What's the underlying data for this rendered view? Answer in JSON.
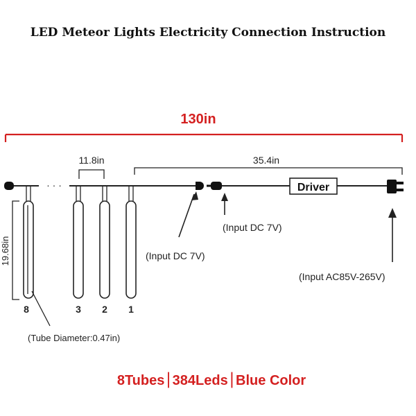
{
  "title": "LED Meteor Lights Electricity Connection Instruction",
  "total_length": "130in",
  "spacing_label": "11.8in",
  "cable_length": "35.4in",
  "tube_height": "19.68in",
  "driver_label": "Driver",
  "input_dc_left": "(Input DC 7V)",
  "input_dc_right": "(Input DC 7V)",
  "input_ac": "(Input AC85V-265V)",
  "tube_diameter": "(Tube Diameter:0.47in)",
  "tube_numbers": [
    "8",
    "3",
    "2",
    "1"
  ],
  "ellipsis": "· · ·",
  "footer": "8Tubes⏐384Leds⏐Blue Color",
  "colors": {
    "accent_red": "#d42020",
    "line": "#222222"
  }
}
